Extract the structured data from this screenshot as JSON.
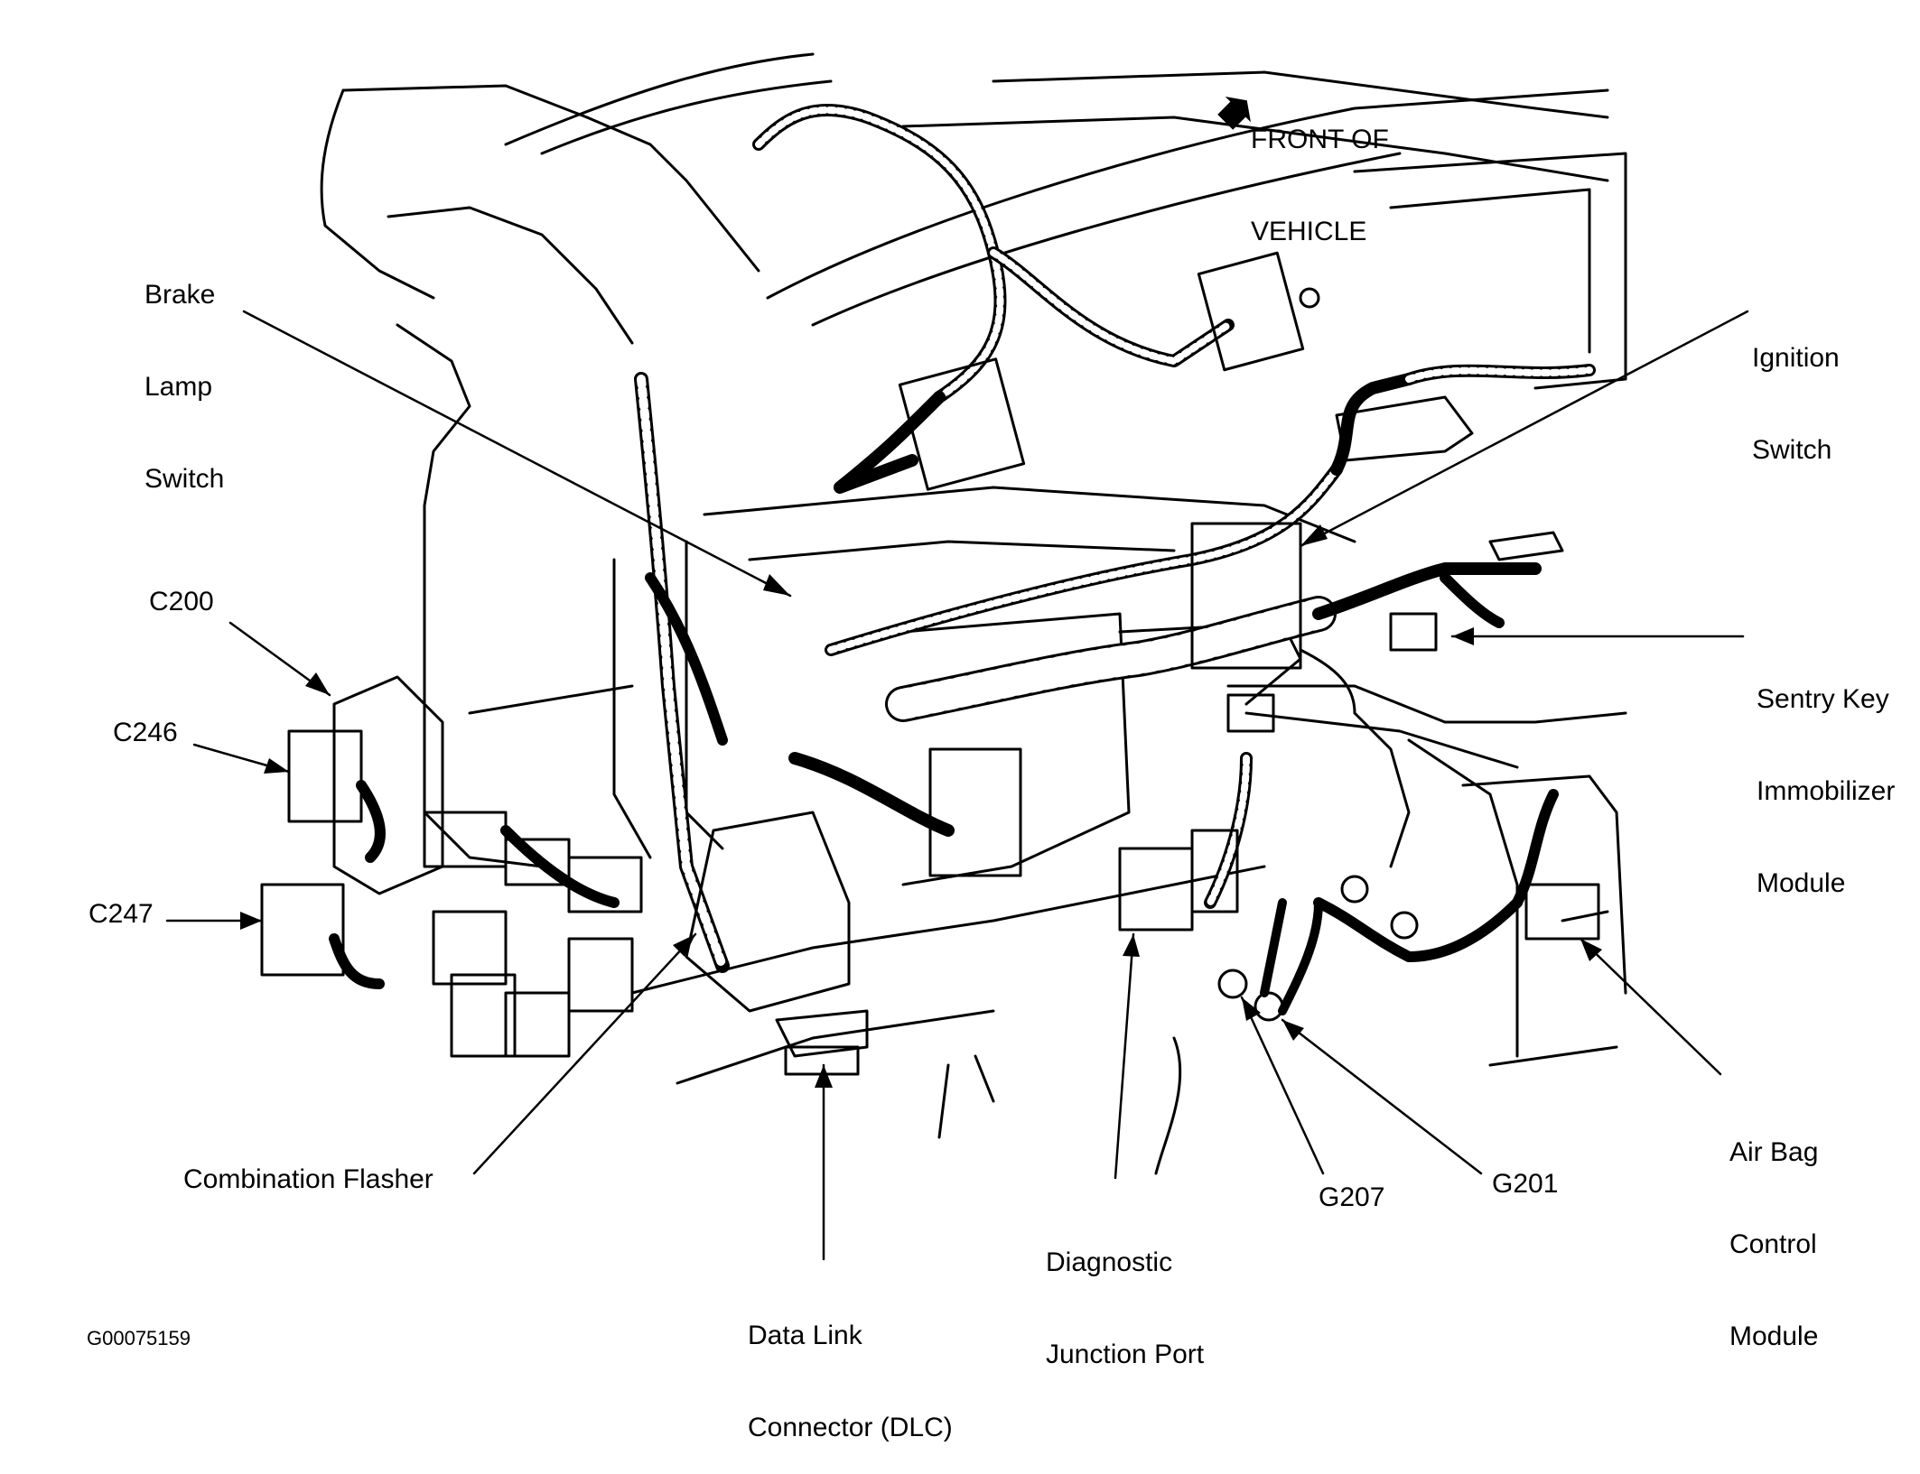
{
  "front_of_vehicle": {
    "line1": "FRONT OF",
    "line2": "VEHICLE"
  },
  "labels": {
    "brake_lamp_switch": [
      "Brake",
      "Lamp",
      "Switch"
    ],
    "ignition_switch": [
      "Ignition",
      "Switch"
    ],
    "c200": "C200",
    "c246": "C246",
    "c247": "C247",
    "sentry_key": [
      "Sentry Key",
      "Immobilizer",
      "Module"
    ],
    "combination_flasher": "Combination Flasher",
    "dlc": [
      "Data Link",
      "Connector (DLC)"
    ],
    "diagnostic_port": [
      "Diagnostic",
      "Junction Port"
    ],
    "g207": "G207",
    "g201": "G201",
    "air_bag": [
      "Air Bag",
      "Control",
      "Module"
    ]
  },
  "figure_id": "G00075159"
}
